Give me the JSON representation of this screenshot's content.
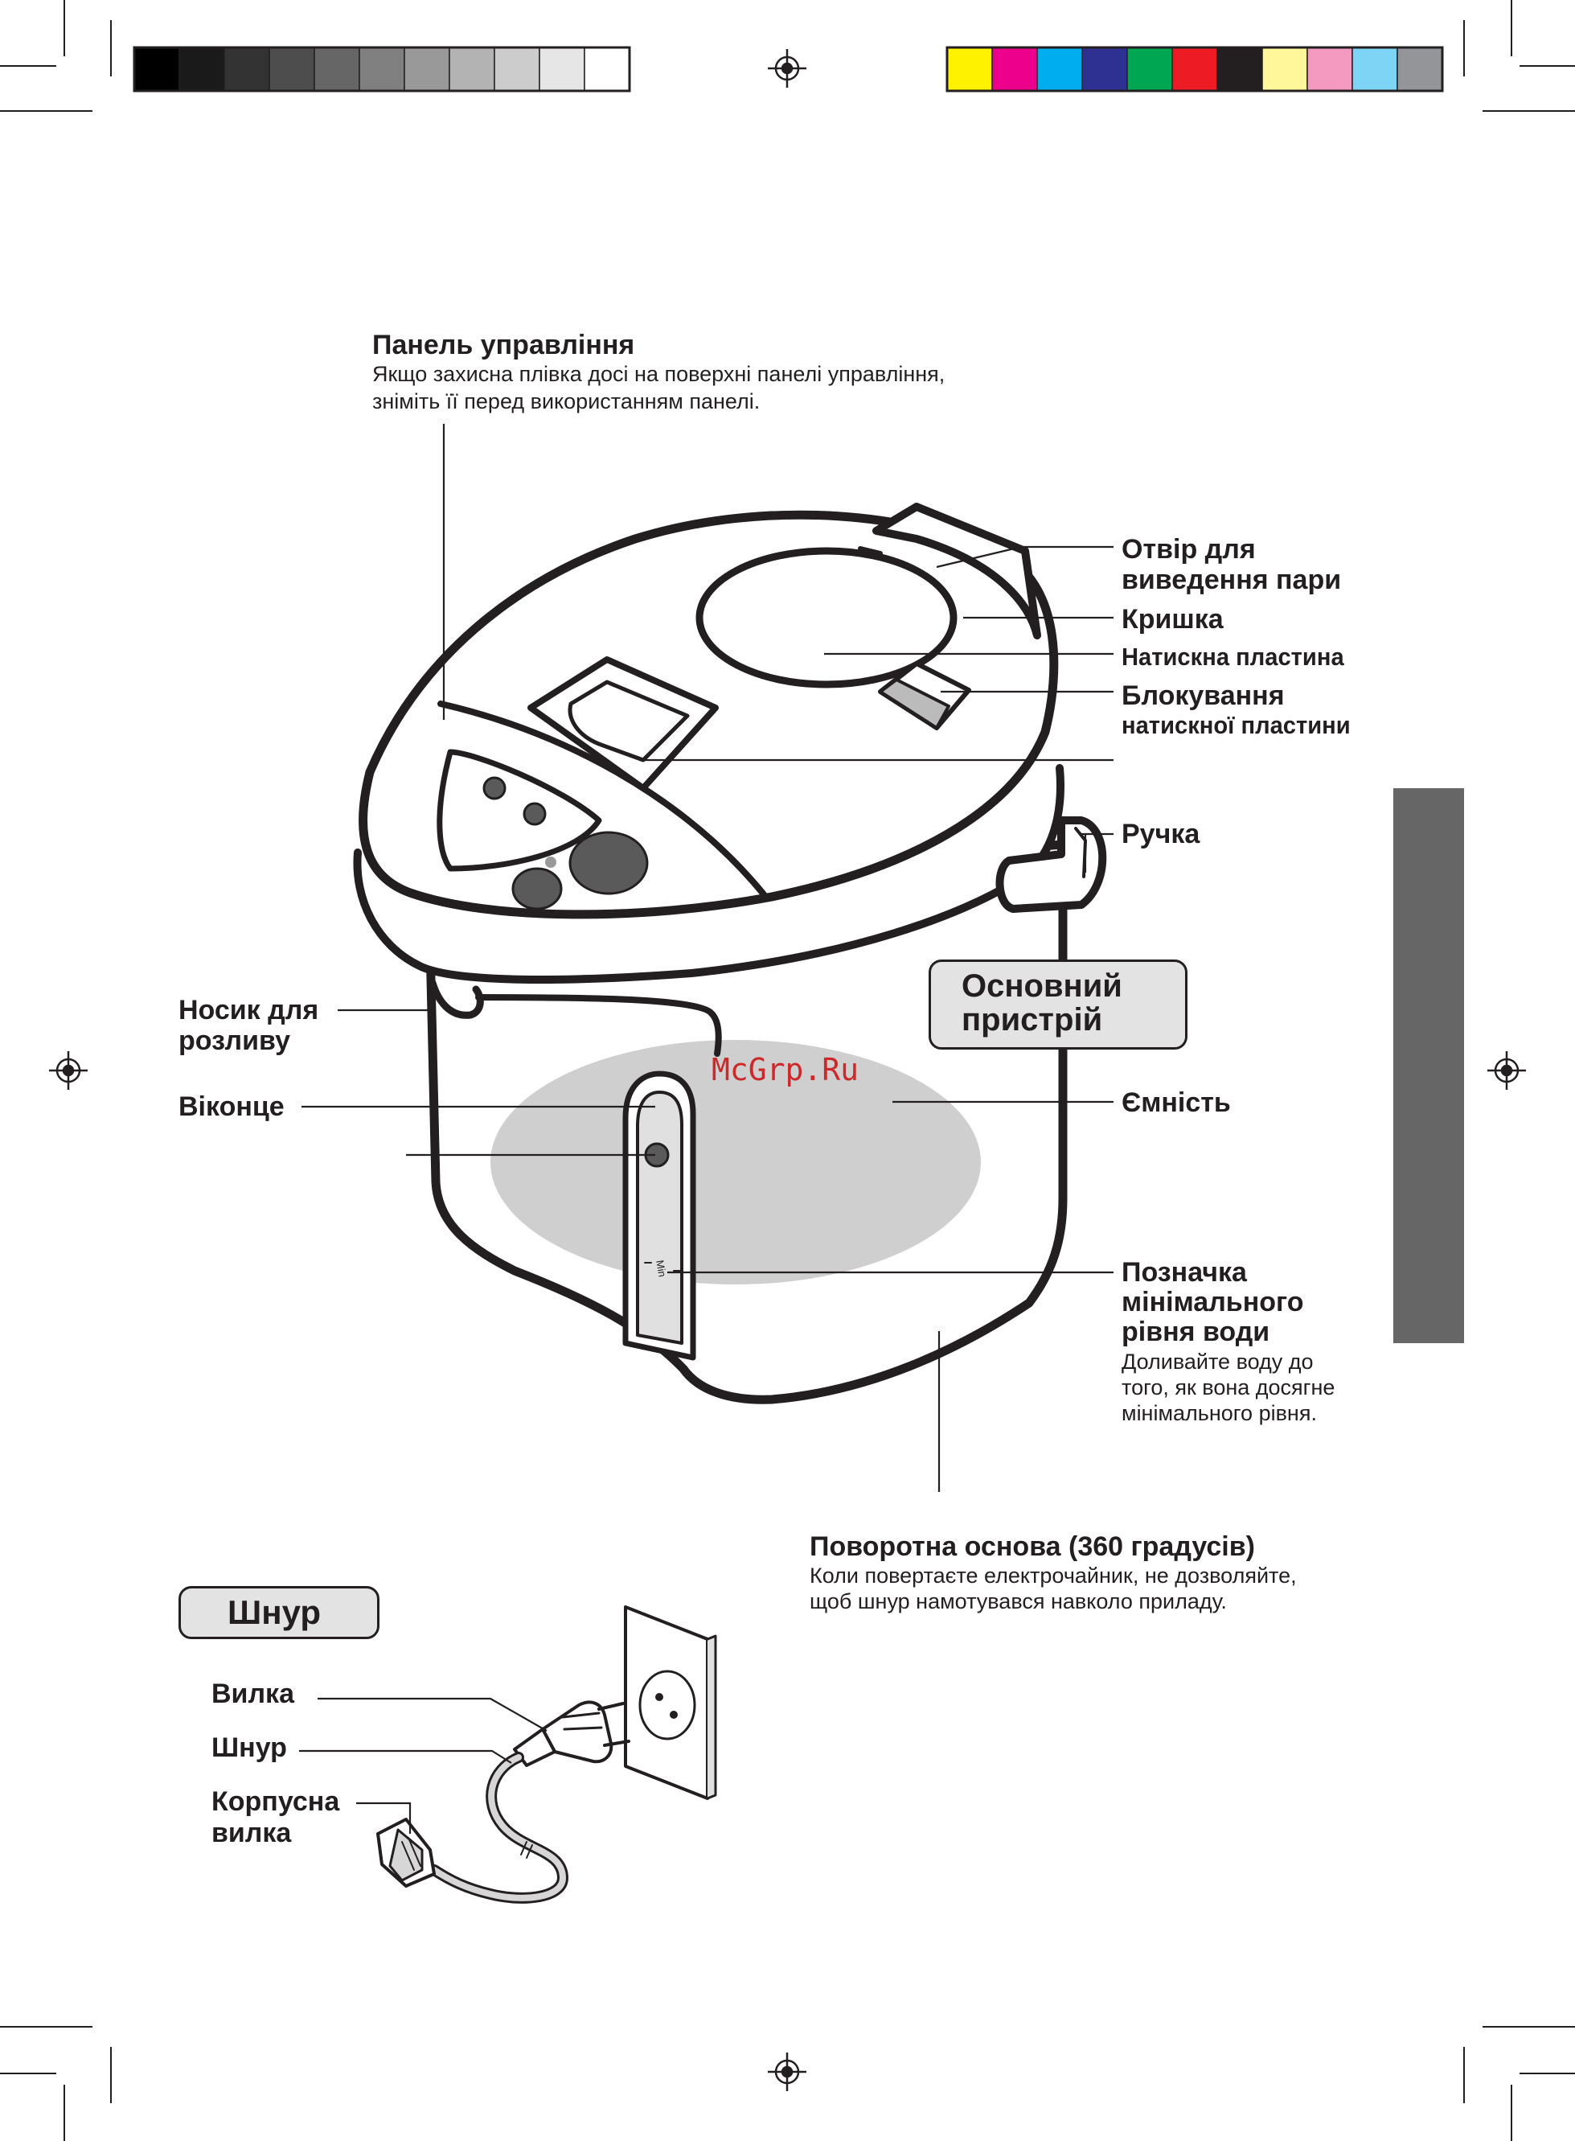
{
  "colors": {
    "grayscale_bar": [
      "#000000",
      "#1a1a1a",
      "#333333",
      "#4d4d4d",
      "#666666",
      "#808080",
      "#999999",
      "#b3b3b3",
      "#cccccc",
      "#e6e6e6",
      "#ffffff"
    ],
    "color_bar": [
      "#fff200",
      "#ec008c",
      "#00aeef",
      "#2e3192",
      "#00a651",
      "#ed1c24",
      "#231f20",
      "#fff799",
      "#f49ac1",
      "#7dd4f5",
      "#939598"
    ],
    "section_tab": "#666666",
    "container_highlight": "#cfcfcf",
    "watermark": "#cc2a2a"
  },
  "control_panel": {
    "title": "Панель управління",
    "note_line1": "Якщо захисна плівка досі на поверхні панелі управління,",
    "note_line2": "зніміть її перед використанням панелі."
  },
  "labels": {
    "steam_vent_line1": "Отвір для",
    "steam_vent_line2": "виведення пари",
    "lid": "Кришка",
    "press_plate": "Натискна пластина",
    "lock_line1": "Блокування",
    "lock_line2": "натискної пластини",
    "handle": "Ручка",
    "spout_line1": "Носик для",
    "spout_line2": "розливу",
    "window": "Віконце",
    "container": "Ємність",
    "min_mark_line1": "Позначка",
    "min_mark_line2": "мінімального",
    "min_mark_line3": "рівня води",
    "min_mark_note1": "Доливайте воду до",
    "min_mark_note2": "того, як вона досягне",
    "min_mark_note3": "мінімального рівня.",
    "base_title": "Поворотна основа (360 градусів)",
    "base_note1": "Коли повертаєте електрочайник, не дозволяйте,",
    "base_note2": "щоб шнур намотувався навколо приладу."
  },
  "main_unit": {
    "line1": "Основний",
    "line2": "пристрій"
  },
  "cord_section": {
    "title": "Шнур",
    "plug": "Вилка",
    "cord": "Шнур",
    "body_plug_line1": "Корпусна",
    "body_plug_line2": "вилка"
  },
  "device_text": {
    "min_marking": "Min"
  },
  "watermark": "McGrp.Ru",
  "icons": {
    "registration_marks": "crosshair-circle-icon",
    "outlet": "wall-socket-icon",
    "plug": "euro-plug-icon",
    "appliance_plug": "iec-connector-icon"
  }
}
